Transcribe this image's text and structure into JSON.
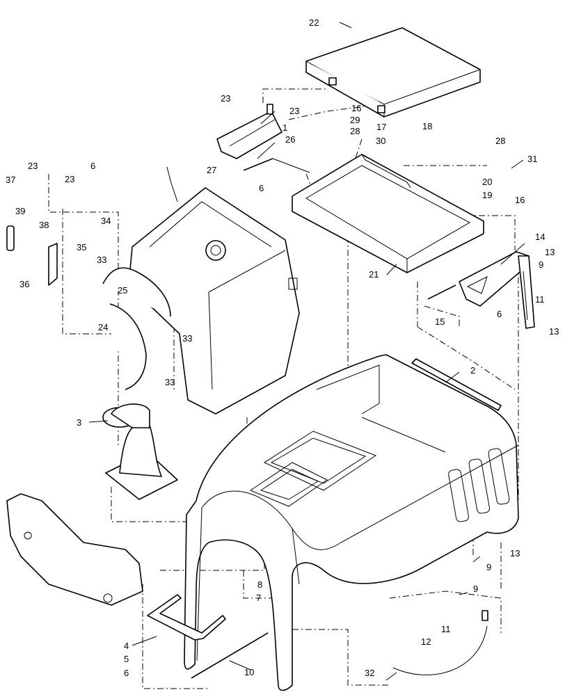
{
  "callouts": [
    "1",
    "2",
    "3",
    "4",
    "5",
    "6",
    "7",
    "8",
    "9",
    "10",
    "11",
    "12",
    "13",
    "14",
    "15",
    "16",
    "17",
    "18",
    "19",
    "20",
    "21",
    "22",
    "23",
    "24",
    "25",
    "26",
    "27",
    "28",
    "29",
    "30",
    "31",
    "32",
    "33",
    "34",
    "35",
    "36",
    "37",
    "38",
    "39"
  ]
}
